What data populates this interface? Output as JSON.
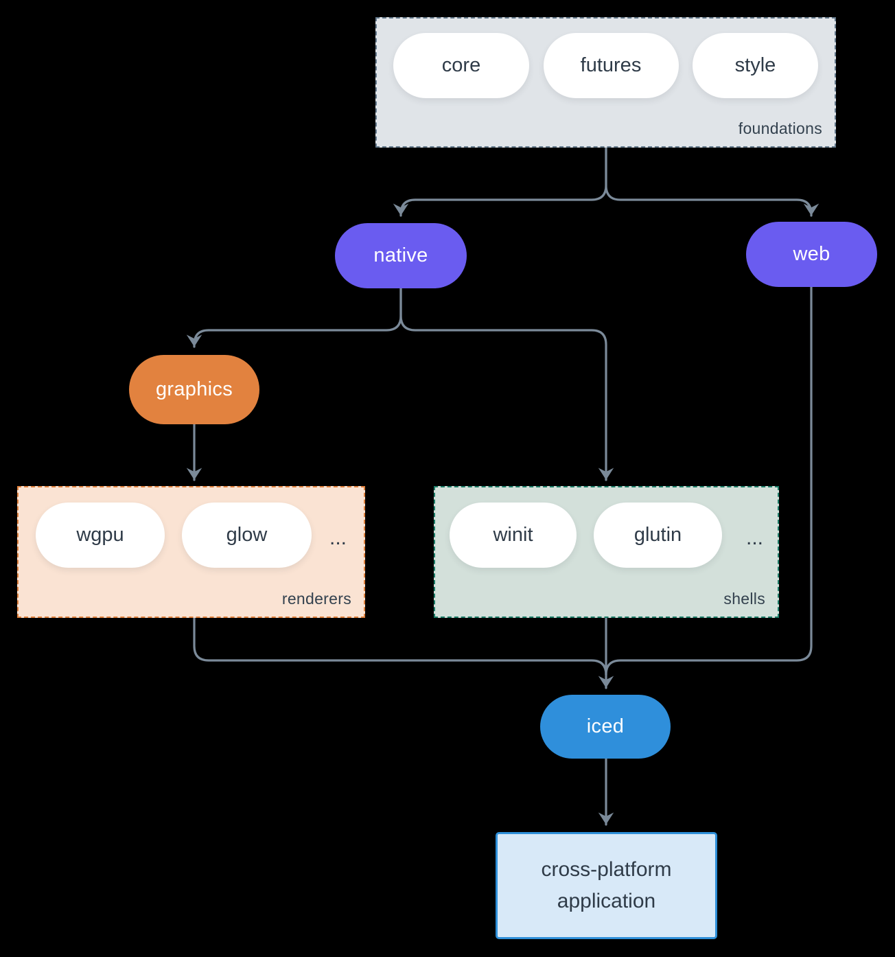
{
  "diagram": {
    "groups": {
      "foundations": {
        "label": "foundations",
        "pills": [
          "core",
          "futures",
          "style"
        ]
      },
      "renderers": {
        "label": "renderers",
        "pills": [
          "wgpu",
          "glow"
        ],
        "more": "..."
      },
      "shells": {
        "label": "shells",
        "pills": [
          "winit",
          "glutin"
        ],
        "more": "..."
      }
    },
    "nodes": {
      "native": {
        "label": "native"
      },
      "web": {
        "label": "web"
      },
      "graphics": {
        "label": "graphics"
      },
      "iced": {
        "label": "iced"
      },
      "application": {
        "label": "cross-platform application"
      }
    },
    "edges": [
      {
        "from": "foundations",
        "to": "native"
      },
      {
        "from": "foundations",
        "to": "web"
      },
      {
        "from": "native",
        "to": "graphics"
      },
      {
        "from": "native",
        "to": "shells"
      },
      {
        "from": "graphics",
        "to": "renderers"
      },
      {
        "from": "renderers",
        "to": "iced"
      },
      {
        "from": "shells",
        "to": "iced"
      },
      {
        "from": "web",
        "to": "iced"
      },
      {
        "from": "iced",
        "to": "application"
      }
    ],
    "colors": {
      "background": "#000000",
      "connector": "#7b8a99",
      "node_text_dark": "#2f3b48",
      "node_text_light": "#ffffff",
      "purple": "#6a5cf0",
      "orange": "#e2823f",
      "blue": "#2f8fdb",
      "foundations_fill": "#e0e4e8",
      "foundations_border": "#64798c",
      "renderers_fill": "#fae3d3",
      "renderers_border": "#e0813d",
      "shells_fill": "#d3e0da",
      "shells_border": "#1c7d68",
      "application_fill": "#d8e9f8",
      "application_border": "#2e8fd9"
    }
  }
}
